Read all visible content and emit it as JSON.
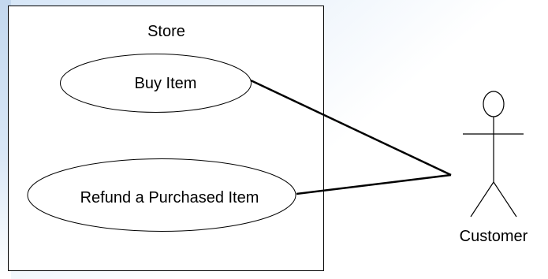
{
  "diagram": {
    "system_boundary": {
      "label": "Store"
    },
    "use_cases": [
      {
        "label": "Buy Item"
      },
      {
        "label": "Refund a Purchased Item"
      }
    ],
    "actor": {
      "label": "Customer",
      "icon": "stick-figure-icon"
    },
    "associations": [
      {
        "from": "Customer",
        "to": "Buy Item"
      },
      {
        "from": "Customer",
        "to": "Refund a Purchased Item"
      }
    ]
  },
  "colors": {
    "stroke": "#000000",
    "background_tint": "#d6e6f7",
    "fill": "#ffffff"
  }
}
